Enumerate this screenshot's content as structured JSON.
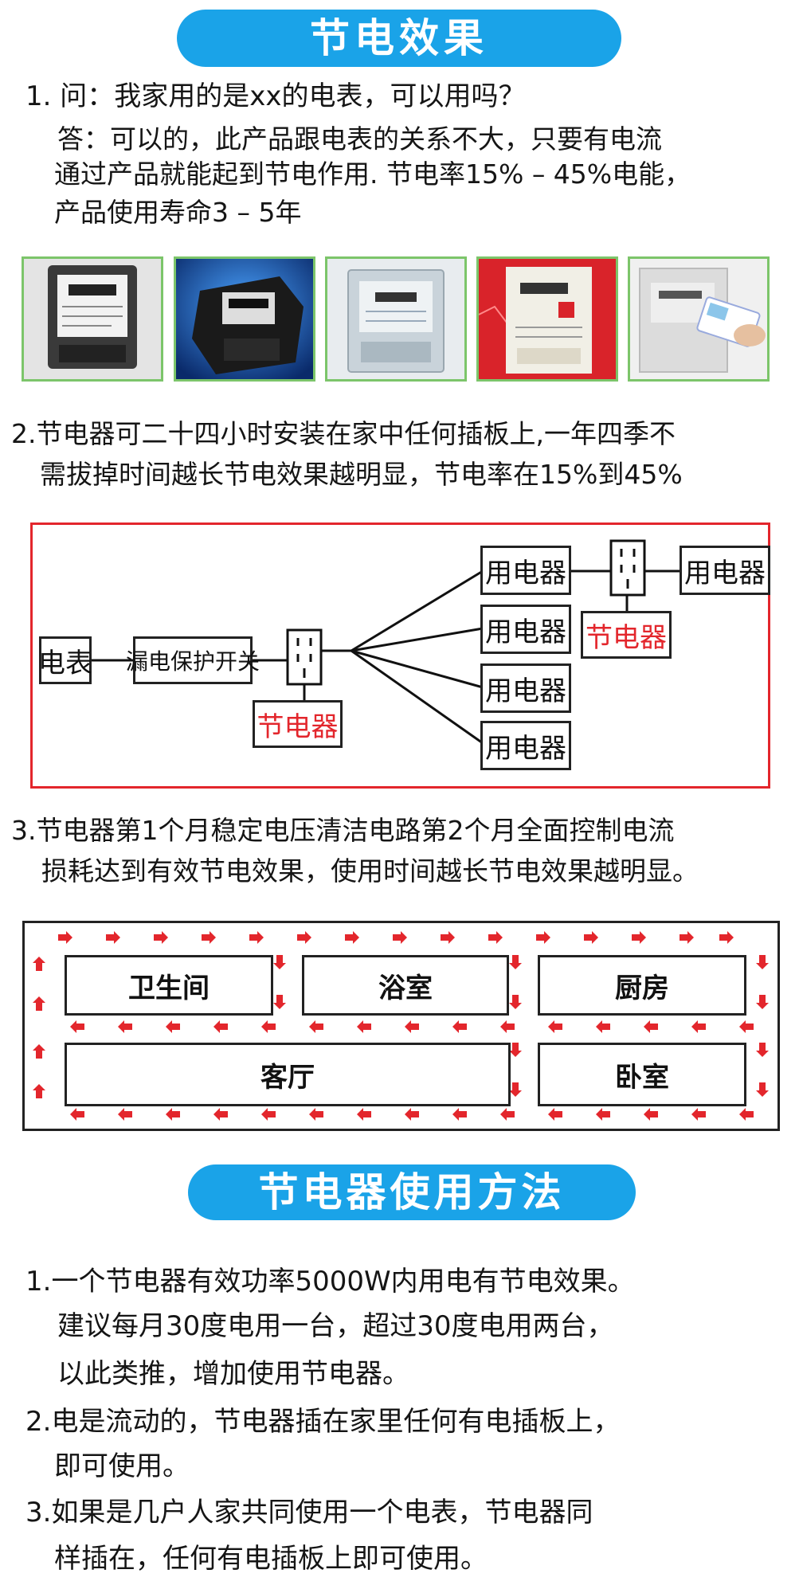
{
  "section1": {
    "title": "节电效果"
  },
  "q1": {
    "question": "1. 问：我家用的是xx的电表，可以用吗？",
    "answer_lines": [
      "答：可以的，此产品跟电表的关系不大，只要有电流",
      "通过产品就能起到节电作用. 节电率15% – 45%电能，",
      "产品使用寿命3 – 5年"
    ]
  },
  "point2": {
    "lines": [
      "2.节电器可二十四小时安装在家中任何插板上,一年四季不",
      "需拔掉时间越长节电效果越明显，节电率在15%到45%"
    ]
  },
  "diagram": {
    "meter": "电表",
    "breaker": "漏电保护开关",
    "saver": "节电器",
    "appliance": "用电器"
  },
  "point3": {
    "lines": [
      "3.节电器第1个月稳定电压清洁电路第2个月全面控制电流",
      "损耗达到有效节电效果，使用时间越长节电效果越明显。"
    ]
  },
  "rooms": {
    "bathroom": "卫生间",
    "shower": "浴室",
    "kitchen": "厨房",
    "living": "客厅",
    "bedroom": "卧室"
  },
  "section2": {
    "title": "节电器使用方法"
  },
  "usage": {
    "item1": [
      "1.一个节电器有效功率5000W内用电有节电效果。",
      "建议每月30度电用一台，超过30度电用两台，",
      "以此类推，增加使用节电器。"
    ],
    "item2": [
      "2.电是流动的，节电器插在家里任何有电插板上，",
      "即可使用。"
    ],
    "item3": [
      "3.如果是几户人家共同使用一个电表，节电器同",
      "样插在，任何有电插板上即可使用。"
    ]
  },
  "colors": {
    "accent": "#1aa3e8",
    "red": "#e3262c",
    "green_border": "#7cc56a"
  }
}
